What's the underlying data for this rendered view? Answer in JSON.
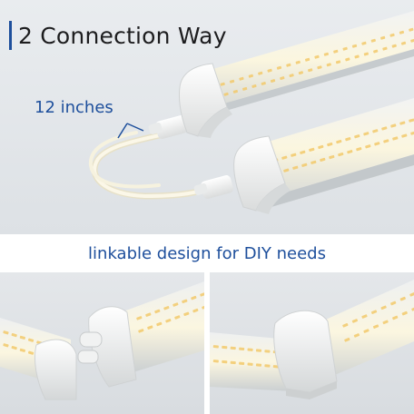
{
  "heading": {
    "text": "2 Connection Way"
  },
  "callout": {
    "text": "12 inches"
  },
  "banner": {
    "text": "linkable design for DIY needs"
  },
  "colors": {
    "accent": "#1e4f9c",
    "title_text": "#1d1d1f",
    "tube_glow": "#fbf4d8",
    "led_chip": "#f2c96b",
    "endcap": "#f4f4f2",
    "cable": "#f7f3e4"
  }
}
